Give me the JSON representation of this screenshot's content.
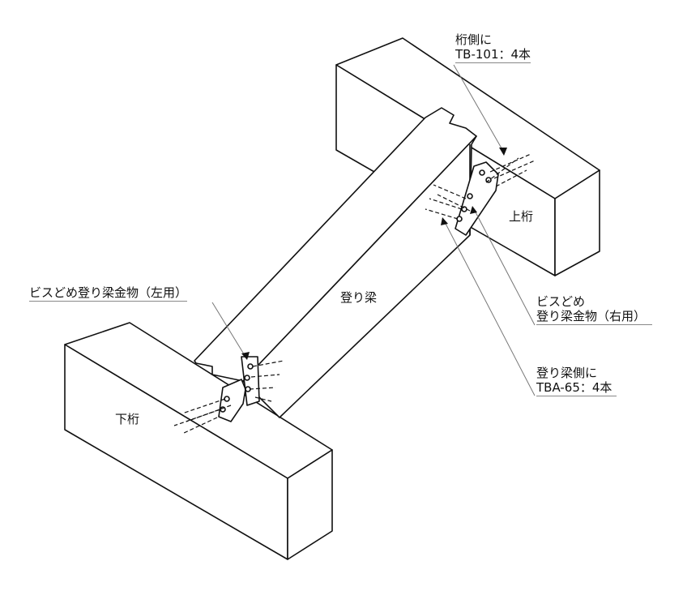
{
  "labels": {
    "upper_screw_line1": "桁側に",
    "upper_screw_line2": "TB-101：4本",
    "upper_beam": "上桁",
    "right_hardware_line1": "ビスどめ",
    "right_hardware_line2": "登り梁金物（右用）",
    "rafter_screw_line1": "登り梁側に",
    "rafter_screw_line2": "TBA-65：4本",
    "left_hardware": "ビスどめ登り梁金物（左用）",
    "rafter": "登り梁",
    "lower_beam": "下桁"
  }
}
